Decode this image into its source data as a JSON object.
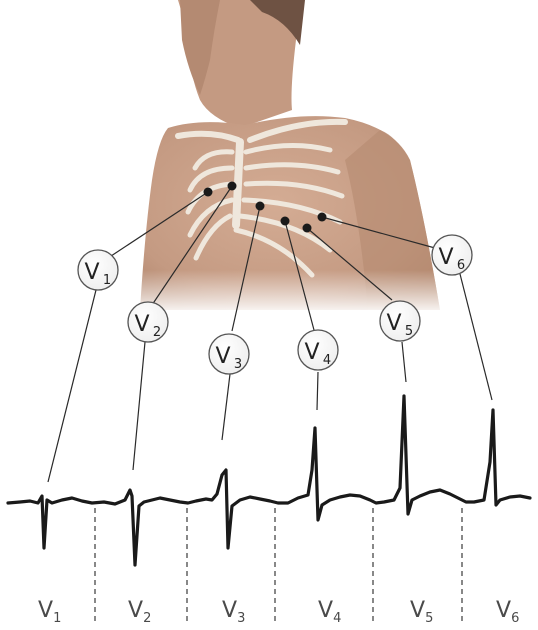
{
  "colors": {
    "skin": "#c9a08a",
    "skin_shadow": "#a87c64",
    "hair": "#6e5243",
    "bone": "#efe7dc",
    "ecg_trace": "#1a1a1a",
    "label_text": "#222222"
  },
  "leads": [
    {
      "id": "V1",
      "letter": "V",
      "sub": "1"
    },
    {
      "id": "V2",
      "letter": "V",
      "sub": "2"
    },
    {
      "id": "V3",
      "letter": "V",
      "sub": "3"
    },
    {
      "id": "V4",
      "letter": "V",
      "sub": "4"
    },
    {
      "id": "V5",
      "letter": "V",
      "sub": "5"
    },
    {
      "id": "V6",
      "letter": "V",
      "sub": "6"
    }
  ],
  "bottom_labels": [
    {
      "letter": "V",
      "sub": "1"
    },
    {
      "letter": "V",
      "sub": "2"
    },
    {
      "letter": "V",
      "sub": "3"
    },
    {
      "letter": "V",
      "sub": "4"
    },
    {
      "letter": "V",
      "sub": "5"
    },
    {
      "letter": "V",
      "sub": "6"
    }
  ],
  "icons": {
    "figure": "human-torso-illustration",
    "electrode": "electrode-dot-icon"
  }
}
